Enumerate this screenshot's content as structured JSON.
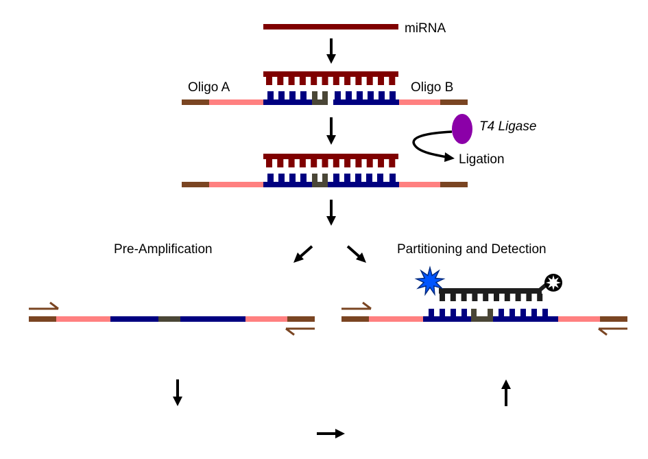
{
  "labels": {
    "mirna": "miRNA",
    "oligo_a": "Oligo A",
    "oligo_b": "Oligo B",
    "ligase": "T4 Ligase",
    "ligation": "Ligation",
    "pre_amplification": "Pre-Amplification",
    "partitioning": "Partitioning and Detection"
  },
  "colors": {
    "mirna": "#7f0000",
    "probe_blue": "#000080",
    "junction": "#4a4636",
    "pink": "#ff8080",
    "brown": "#7a4522",
    "ligase": "#8b00a8",
    "probe_dark": "#1e1e1e",
    "fluorophore": "#0055ff",
    "quencher": "#000000",
    "arrow": "#000000"
  },
  "structure": {
    "mirna_teeth": 12,
    "oligo_teeth": 12,
    "detection_probe_teeth": 10,
    "detection_target_teeth": 10
  },
  "icons": {
    "fluorophore": "starburst-icon",
    "quencher": "quencher-star-icon",
    "ligase": "ellipse-enzyme-icon"
  }
}
